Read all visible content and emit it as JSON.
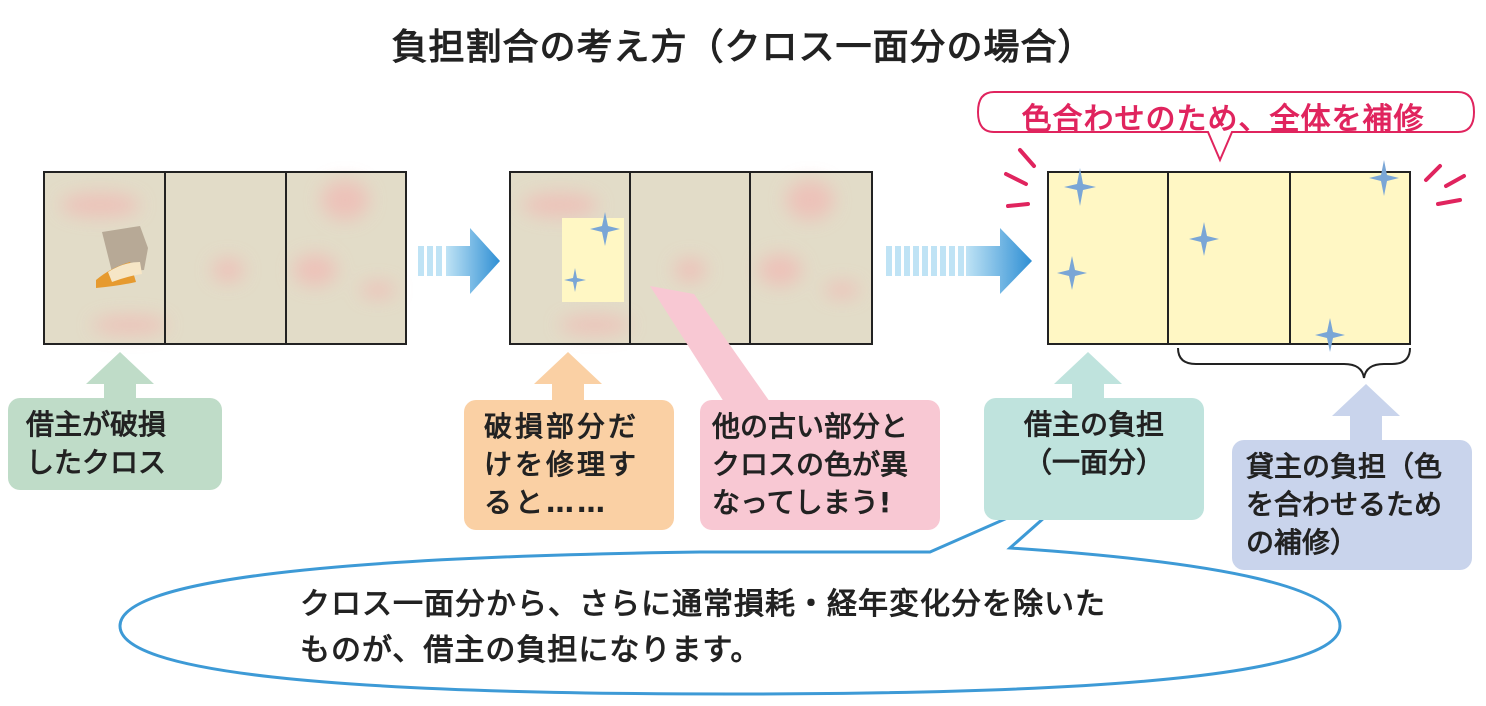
{
  "title": "負担割合の考え方（クロス一面分の場合）",
  "top_callout": "色合わせのため、全体を補修",
  "labels": {
    "damaged_line1": "借主が破損",
    "damaged_line2": "したクロス",
    "partial_repair_line1": "破損部分だ",
    "partial_repair_line2": "けを修理す",
    "partial_repair_line3": "ると……",
    "color_diff_line1": "他の古い部分と",
    "color_diff_line2": "クロスの色が異",
    "color_diff_line3": "なってしまう!",
    "tenant_line1": "借主の負担",
    "tenant_line2": "（一面分）",
    "landlord_line1": "貸主の負担（色",
    "landlord_line2": "を合わせるため",
    "landlord_line3": "の補修）"
  },
  "bottom_note_line1": "クロス一面分から、さらに通常損耗・経年変化分を除いた",
  "bottom_note_line2": "ものが、借主の負担になります。",
  "colors": {
    "old_wall": "#e2dcc8",
    "new_wall": "#fff7c4",
    "stain": "#f2b7b3",
    "arrow_blue": "#3f9bd8",
    "callout_pink": "#e0245e",
    "oval_blue": "#3d9ad6",
    "sparkle": "#7aa6d6"
  }
}
